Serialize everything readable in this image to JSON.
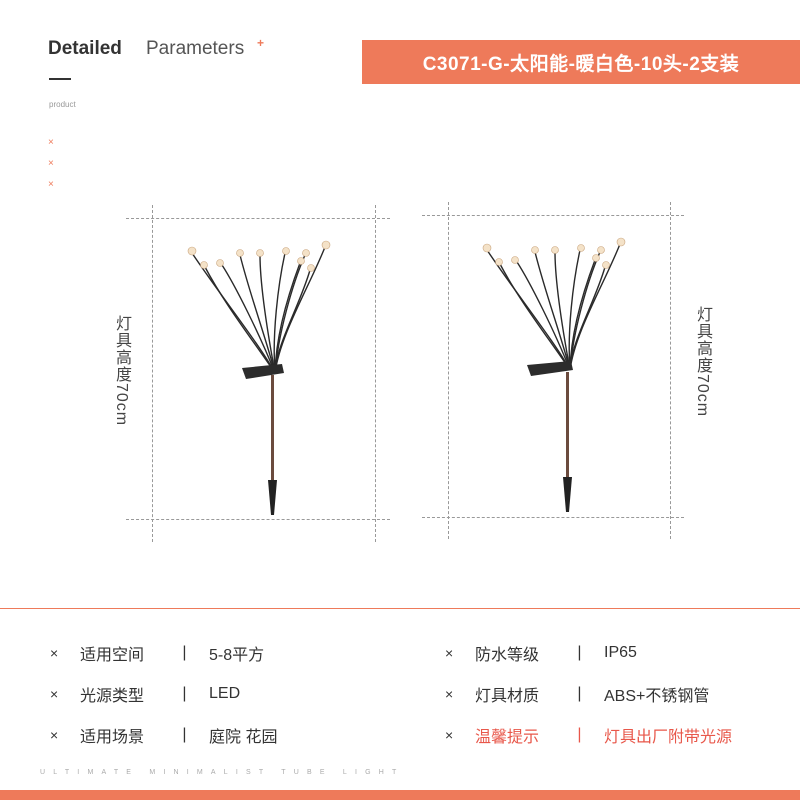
{
  "header": {
    "title_bold": "Detailed",
    "title_light": "Parameters",
    "plus": "+",
    "subtitle": "product",
    "bullets": [
      "×",
      "×",
      "×"
    ]
  },
  "banner": {
    "text": "C3071-G-太阳能-暖白色-10头-2支装"
  },
  "figures": [
    {
      "height_label": "灯具高度70cm"
    },
    {
      "height_label": "灯具高度70cm"
    }
  ],
  "params": {
    "left": [
      {
        "mark": "×",
        "label": "适用空间",
        "sep": "|",
        "value": "5-8平方"
      },
      {
        "mark": "×",
        "label": "光源类型",
        "sep": "|",
        "value": "LED"
      },
      {
        "mark": "×",
        "label": "适用场景",
        "sep": "|",
        "value": "庭院 花园"
      }
    ],
    "right": [
      {
        "mark": "×",
        "label": "防水等级",
        "sep": "|",
        "value": "IP65"
      },
      {
        "mark": "×",
        "label": "灯具材质",
        "sep": "|",
        "value": "ABS+不锈钢管"
      },
      {
        "mark": "×",
        "label": "温馨提示",
        "sep": "|",
        "value": "灯具出厂附带光源"
      }
    ]
  },
  "footer": {
    "text": "ULTIMATE MINIMALIST TUBE LIGHT"
  },
  "colors": {
    "accent": "#ee7a5a",
    "warning": "#e8574a",
    "text": "#333333"
  }
}
